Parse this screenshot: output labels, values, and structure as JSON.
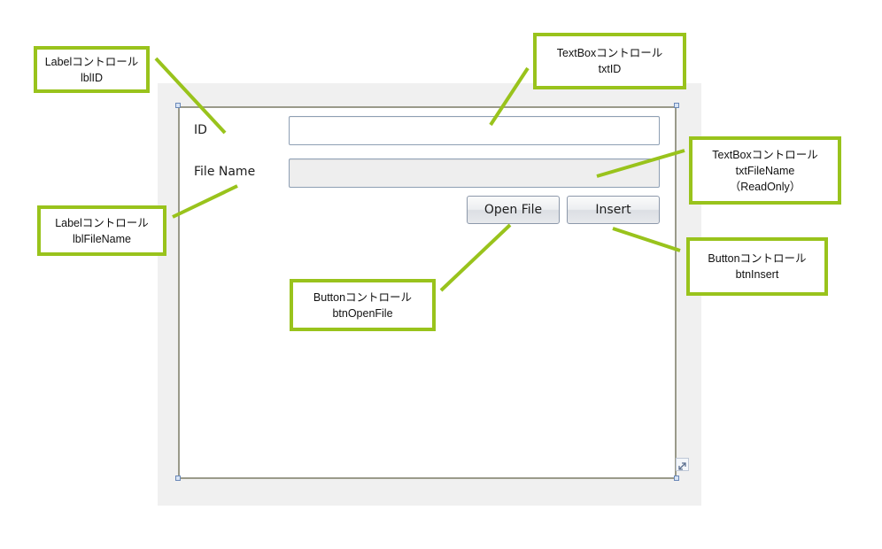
{
  "form": {
    "id_label": "ID",
    "filename_label": "File Name",
    "txt_id_value": "",
    "txt_filename_value": "",
    "open_file_button": "Open File",
    "insert_button": "Insert"
  },
  "callouts": {
    "lbl_id": {
      "line1": "Labelコントロール",
      "line2": "lblID"
    },
    "txt_id": {
      "line1": "TextBoxコントロール",
      "line2": "txtID"
    },
    "txt_filename": {
      "line1": "TextBoxコントロール",
      "line2": "txtFileName",
      "line3": "（ReadOnly）"
    },
    "lbl_filename": {
      "line1": "Labelコントロール",
      "line2": "lblFileName"
    },
    "btn_insert": {
      "line1": "Buttonコントロール",
      "line2": "btnInsert"
    },
    "btn_openfile": {
      "line1": "Buttonコントロール",
      "line2": "btnOpenFile"
    }
  },
  "colors": {
    "callout_accent": "#99c31c",
    "frame_border": "#9a9a8a",
    "canvas_background": "#f0f0f0"
  },
  "icons": {
    "resize": "resize-grip-icon",
    "selection_handle": "selection-handle-icon"
  }
}
